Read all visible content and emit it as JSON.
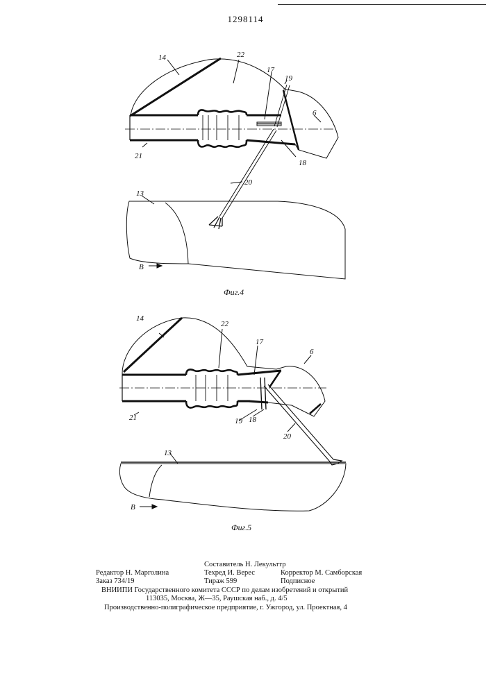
{
  "header": {
    "patent_number": "1298114"
  },
  "figure4": {
    "caption": "Фиг.4",
    "labels": {
      "l14": "14",
      "l22": "22",
      "l17": "17",
      "l19": "19",
      "l6": "6",
      "l21": "21",
      "l18": "18",
      "l20": "20",
      "l13": "13",
      "dir": "В"
    }
  },
  "figure5": {
    "caption": "Фиг.5",
    "labels": {
      "l14": "14",
      "l22": "22",
      "l17": "17",
      "l6": "6",
      "l21": "21",
      "l19": "19",
      "l18": "18",
      "l20": "20",
      "l13": "13",
      "dir": "В"
    }
  },
  "imprint": {
    "compiler": "Составитель Н. Лекульттр",
    "editor": "Редактор Н. Марголина",
    "techred": "Техред И. Верес",
    "corrector": "Корректор М. Самборская",
    "order": "Заказ 734/19",
    "circulation": "Тираж 599",
    "subscription": "Подписное",
    "org_line1": "ВНИИПИ Государственного комитета СССР по делам изобретений и открытий",
    "org_line2": "113035, Москва, Ж—35, Раушская наб., д. 4/5",
    "printing": "Производственно-полиграфическое предприятие, г. Ужгород, ул. Проектная, 4"
  }
}
